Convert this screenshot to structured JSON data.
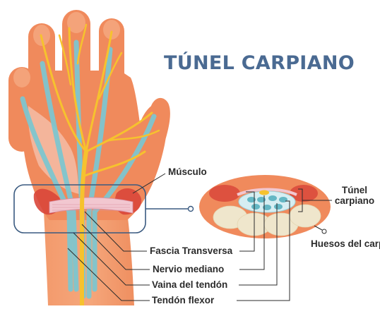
{
  "title": "TÚNEL CARPIANO",
  "labels": {
    "musculo": "Músculo",
    "tunel_line1": "Túnel",
    "tunel_line2": "carpiano",
    "huesos": "Huesos del carpo",
    "fascia": "Fascia Transversa",
    "nervio": "Nervio mediano",
    "vaina": "Vaina del tendón",
    "tendon": "Tendón flexor"
  },
  "colors": {
    "title": "#4a6a92",
    "skin": "#f08a5c",
    "nerve": "#f6c22e",
    "tendon": "#79c3cc",
    "muscle": "#d9463a",
    "bone": "#efe6cc",
    "ligament": "#f2c7d0",
    "callout": "#3a5a80"
  }
}
